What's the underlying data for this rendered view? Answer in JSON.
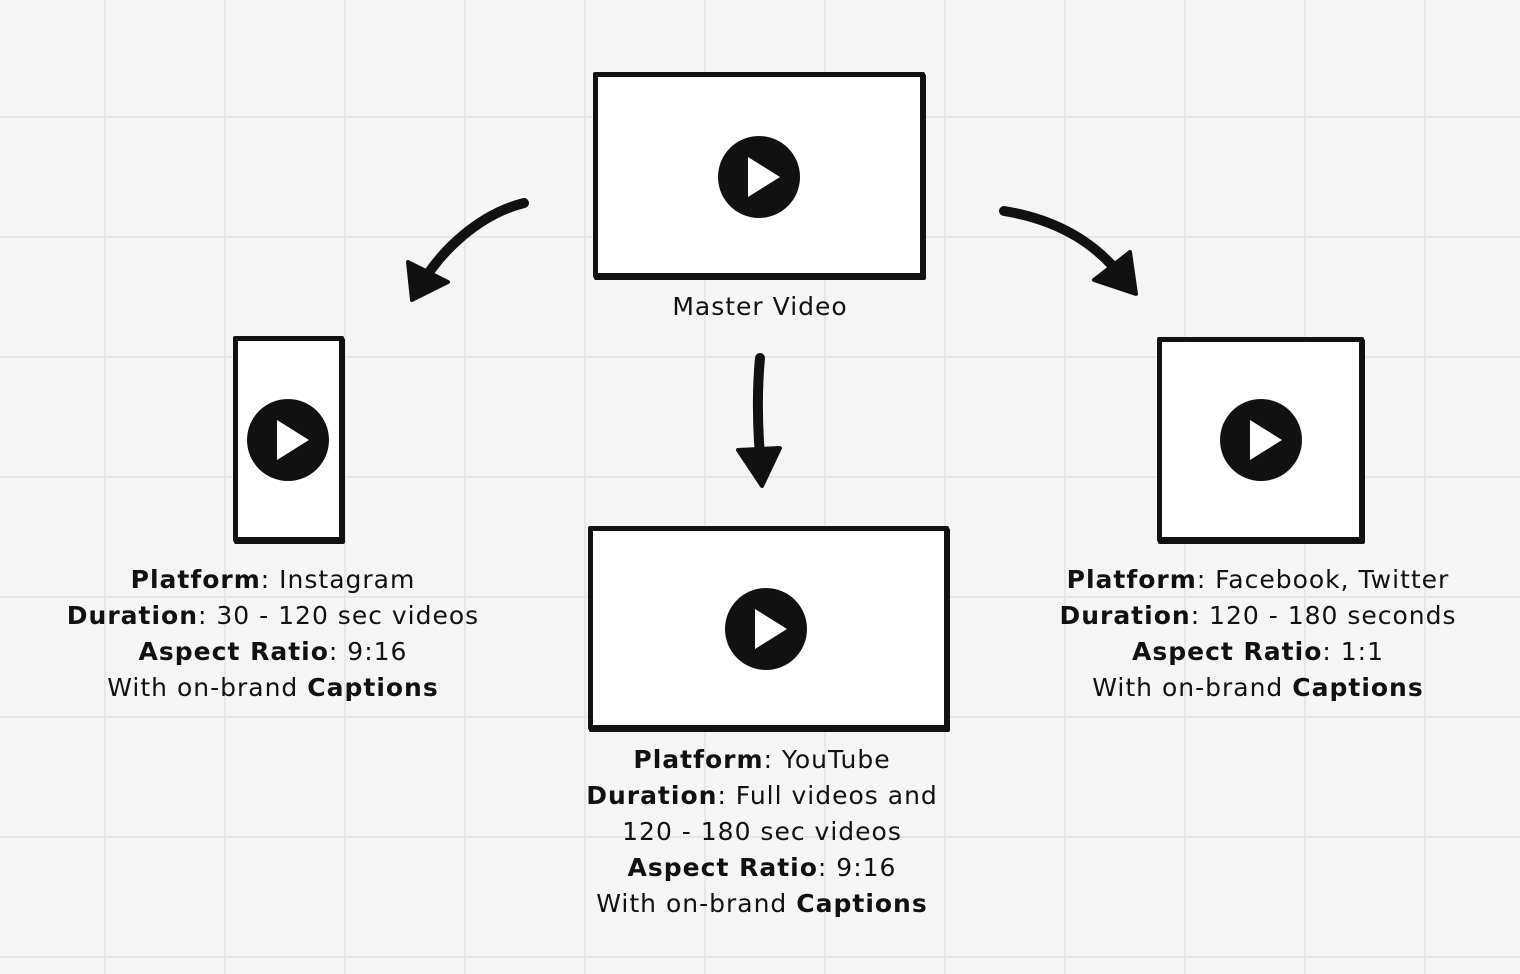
{
  "master": {
    "label": "Master Video"
  },
  "instagram": {
    "platform_label": "Platform",
    "platform_value": ": Instagram",
    "duration_label": "Duration",
    "duration_value": ": 30 - 120 sec videos",
    "ratio_label": "Aspect Ratio",
    "ratio_value": ": 9:16",
    "captions_prefix": "With on-brand ",
    "captions_label": "Captions"
  },
  "youtube": {
    "platform_label": "Platform",
    "platform_value": ": YouTube",
    "duration_label": "Duration",
    "duration_value": ": Full videos and",
    "duration_value_line2": "120 - 180 sec videos",
    "ratio_label": "Aspect Ratio",
    "ratio_value": ": 9:16",
    "captions_prefix": "With on-brand ",
    "captions_label": "Captions"
  },
  "facebook": {
    "platform_label": "Platform",
    "platform_value": ": Facebook, Twitter",
    "duration_label": "Duration",
    "duration_value": ": 120 - 180 seconds",
    "ratio_label": "Aspect Ratio",
    "ratio_value": ": 1:1",
    "captions_prefix": "With on-brand ",
    "captions_label": "Captions"
  },
  "icons": {
    "play": "play-icon",
    "arrow": "arrow-icon"
  }
}
